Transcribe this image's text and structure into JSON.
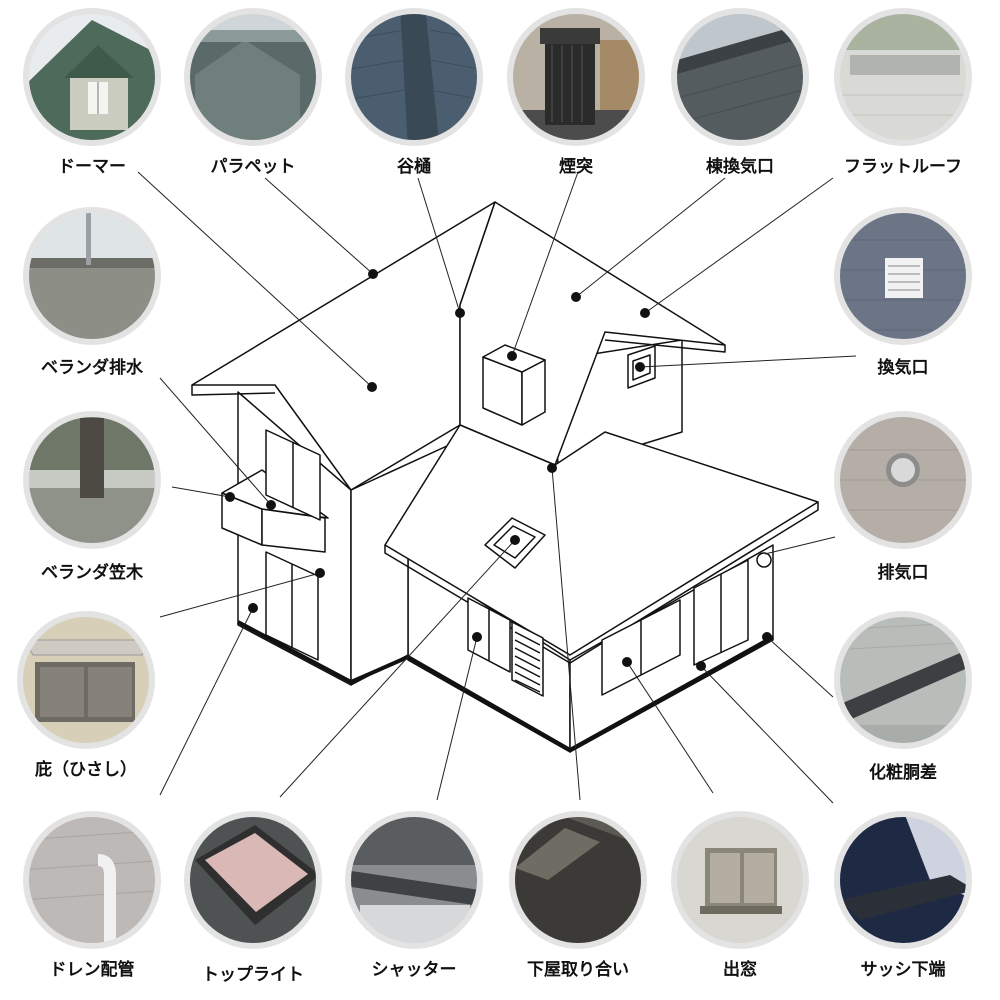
{
  "labels": {
    "dormer": "ドーマー",
    "parapet": "パラペット",
    "valley_gutter": "谷樋",
    "chimney": "煙突",
    "ridge_vent": "棟換気口",
    "flat_roof": "フラットルーフ",
    "veranda_drain": "ベランダ排水",
    "ventilation_opening": "換気口",
    "veranda_cap": "ベランダ笠木",
    "exhaust_port": "排気口",
    "eaves": "庇（ひさし）",
    "decorative_band": "化粧胴差",
    "drain_pipe": "ドレン配管",
    "skylight": "トップライト",
    "shutter": "シャッター",
    "lower_roof_junction": "下屋取り合い",
    "bay_window": "出窓",
    "sash_bottom": "サッシ下端"
  },
  "photo_icons": {
    "dormer": "dormer-photo-icon",
    "parapet": "parapet-photo-icon",
    "valley_gutter": "valley-gutter-photo-icon",
    "chimney": "chimney-photo-icon",
    "ridge_vent": "ridge-vent-photo-icon",
    "flat_roof": "flat-roof-photo-icon",
    "veranda_drain": "veranda-drain-photo-icon",
    "ventilation_opening": "vent-grille-photo-icon",
    "veranda_cap": "veranda-cap-photo-icon",
    "exhaust_port": "exhaust-hood-photo-icon",
    "eaves": "window-awning-photo-icon",
    "decorative_band": "siding-band-photo-icon",
    "drain_pipe": "drain-pipe-photo-icon",
    "skylight": "skylight-photo-icon",
    "shutter": "shutter-photo-icon",
    "lower_roof_junction": "roof-wall-junction-photo-icon",
    "bay_window": "bay-window-photo-icon",
    "sash_bottom": "sash-flashing-photo-icon"
  },
  "colors": {
    "line": "#111111",
    "photo_ring": "#e3e3e3",
    "roof_green": "#4e6a5a",
    "slate_grey": "#545b62",
    "siding_grey": "#bfc3c6",
    "siding_cream": "#d8cfb8"
  }
}
